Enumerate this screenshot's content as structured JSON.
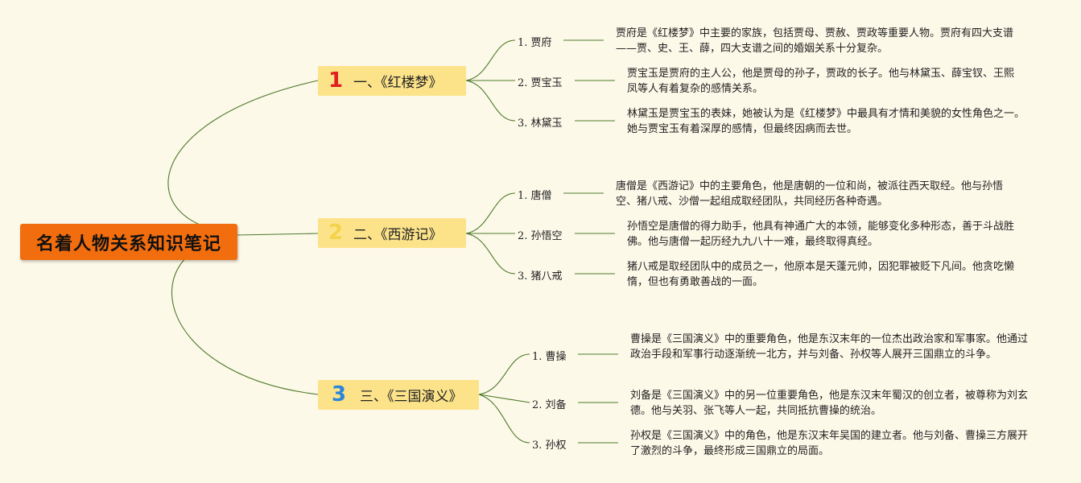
{
  "root": {
    "title": "名着人物关系知识笔记"
  },
  "branches": [
    {
      "number": "1",
      "number_color": "#e02020",
      "title": "一、《红楼梦》",
      "items": [
        {
          "label": "1. 贾府",
          "desc": "贾府是《红楼梦》中主要的家族，包括贾母、贾赦、贾政等重要人物。贾府有四大支谱——贾、史、王、薛，四大支谱之间的婚姻关系十分复杂。"
        },
        {
          "label": "2. 贾宝玉",
          "desc": "贾宝玉是贾府的主人公，他是贾母的孙子，贾政的长子。他与林黛玉、薛宝钗、王熙凤等人有着复杂的感情关系。"
        },
        {
          "label": "3. 林黛玉",
          "desc": "林黛玉是贾宝玉的表妹，她被认为是《红楼梦》中最具有才情和美貌的女性角色之一。她与贾宝玉有着深厚的感情，但最终因病而去世。"
        }
      ]
    },
    {
      "number": "2",
      "number_color": "#f4d24a",
      "title": "二、《西游记》",
      "items": [
        {
          "label": "1. 唐僧",
          "desc": "唐僧是《西游记》中的主要角色，他是唐朝的一位和尚，被派往西天取经。他与孙悟空、猪八戒、沙僧一起组成取经团队，共同经历各种奇遇。"
        },
        {
          "label": "2. 孙悟空",
          "desc": "孙悟空是唐僧的得力助手，他具有神通广大的本领，能够变化多种形态，善于斗战胜佛。他与唐僧一起历经九九八十一难，最终取得真经。"
        },
        {
          "label": "3. 猪八戒",
          "desc": "猪八戒是取经团队中的成员之一，他原本是天蓬元帅，因犯罪被贬下凡间。他贪吃懒惰，但也有勇敢善战的一面。"
        }
      ]
    },
    {
      "number": "3",
      "number_color": "#2a86d8",
      "title": "三、《三国演义》",
      "items": [
        {
          "label": "1. 曹操",
          "desc": "曹操是《三国演义》中的重要角色，他是东汉末年的一位杰出政治家和军事家。他通过政治手段和军事行动逐渐统一北方，并与刘备、孙权等人展开三国鼎立的斗争。"
        },
        {
          "label": "2. 刘备",
          "desc": "刘备是《三国演义》中的另一位重要角色，他是东汉末年蜀汉的创立者，被尊称为刘玄德。他与关羽、张飞等人一起，共同抵抗曹操的统治。"
        },
        {
          "label": "3. 孙权",
          "desc": "孙权是《三国演义》中的角色，他是东汉末年吴国的建立者。他与刘备、曹操三方展开了激烈的斗争，最终形成三国鼎立的局面。"
        }
      ]
    }
  ]
}
